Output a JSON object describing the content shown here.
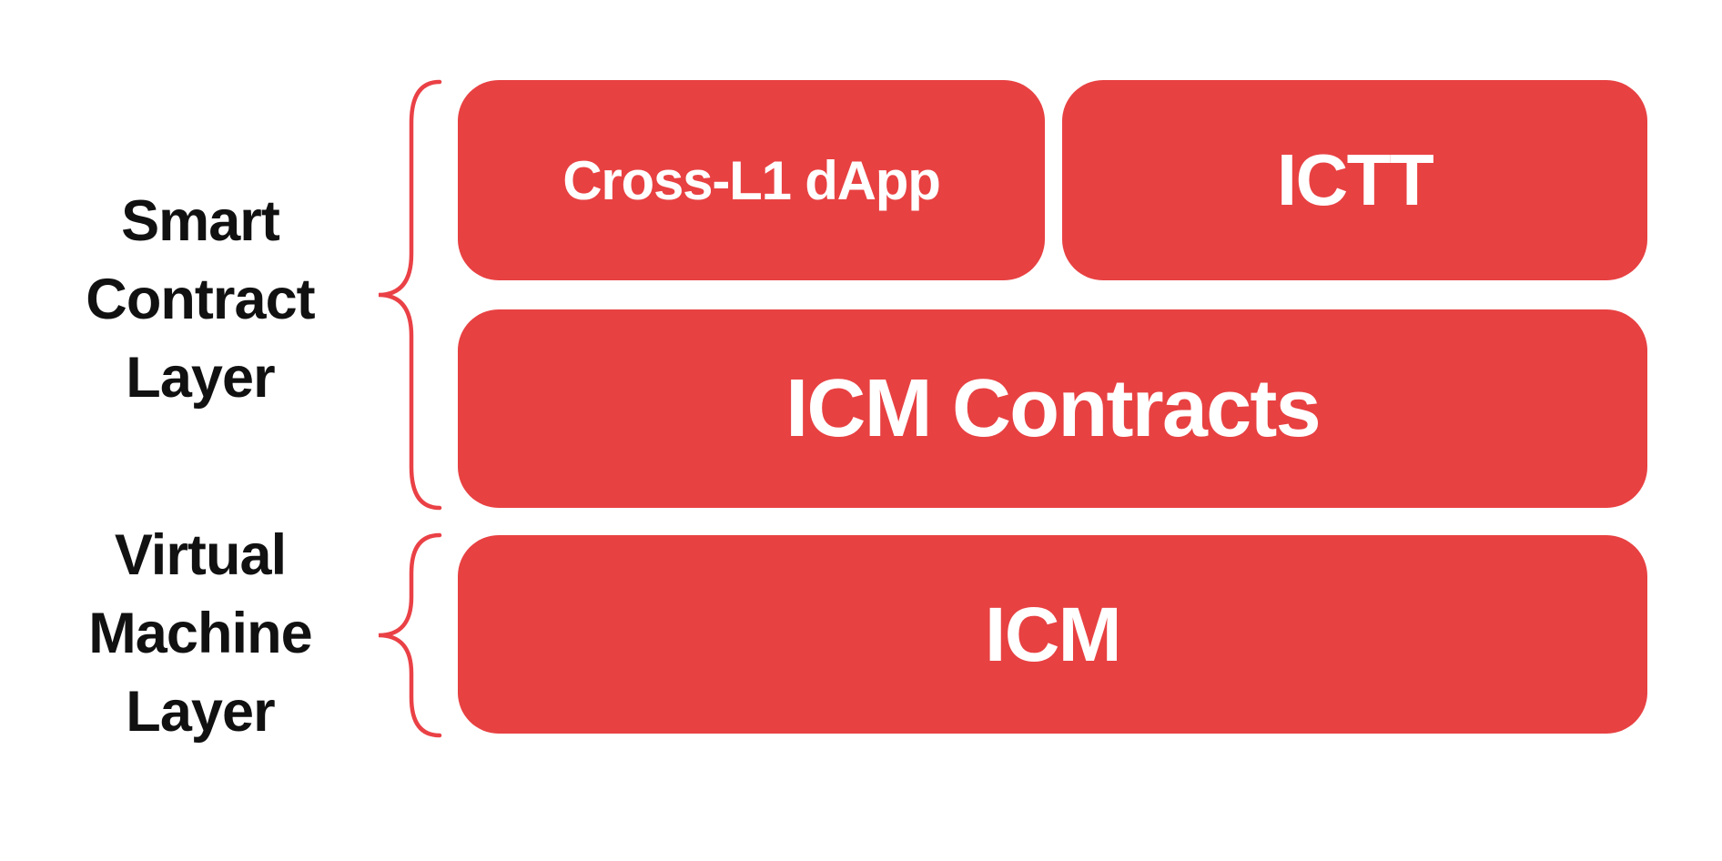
{
  "diagram": {
    "smart_contract_layer": {
      "label": "Smart\nContract\nLayer",
      "boxes": [
        "Cross-L1 dApp",
        "ICTT",
        "ICM Contracts"
      ]
    },
    "virtual_machine_layer": {
      "label": "Virtual\nMachine\nLayer",
      "boxes": [
        "ICM"
      ]
    },
    "colors": {
      "box_red": "#E84142",
      "brace_red": "#EA4146",
      "label_text": "#111111",
      "box_text": "#FFFFFF",
      "background": "#FFFFFF"
    }
  }
}
